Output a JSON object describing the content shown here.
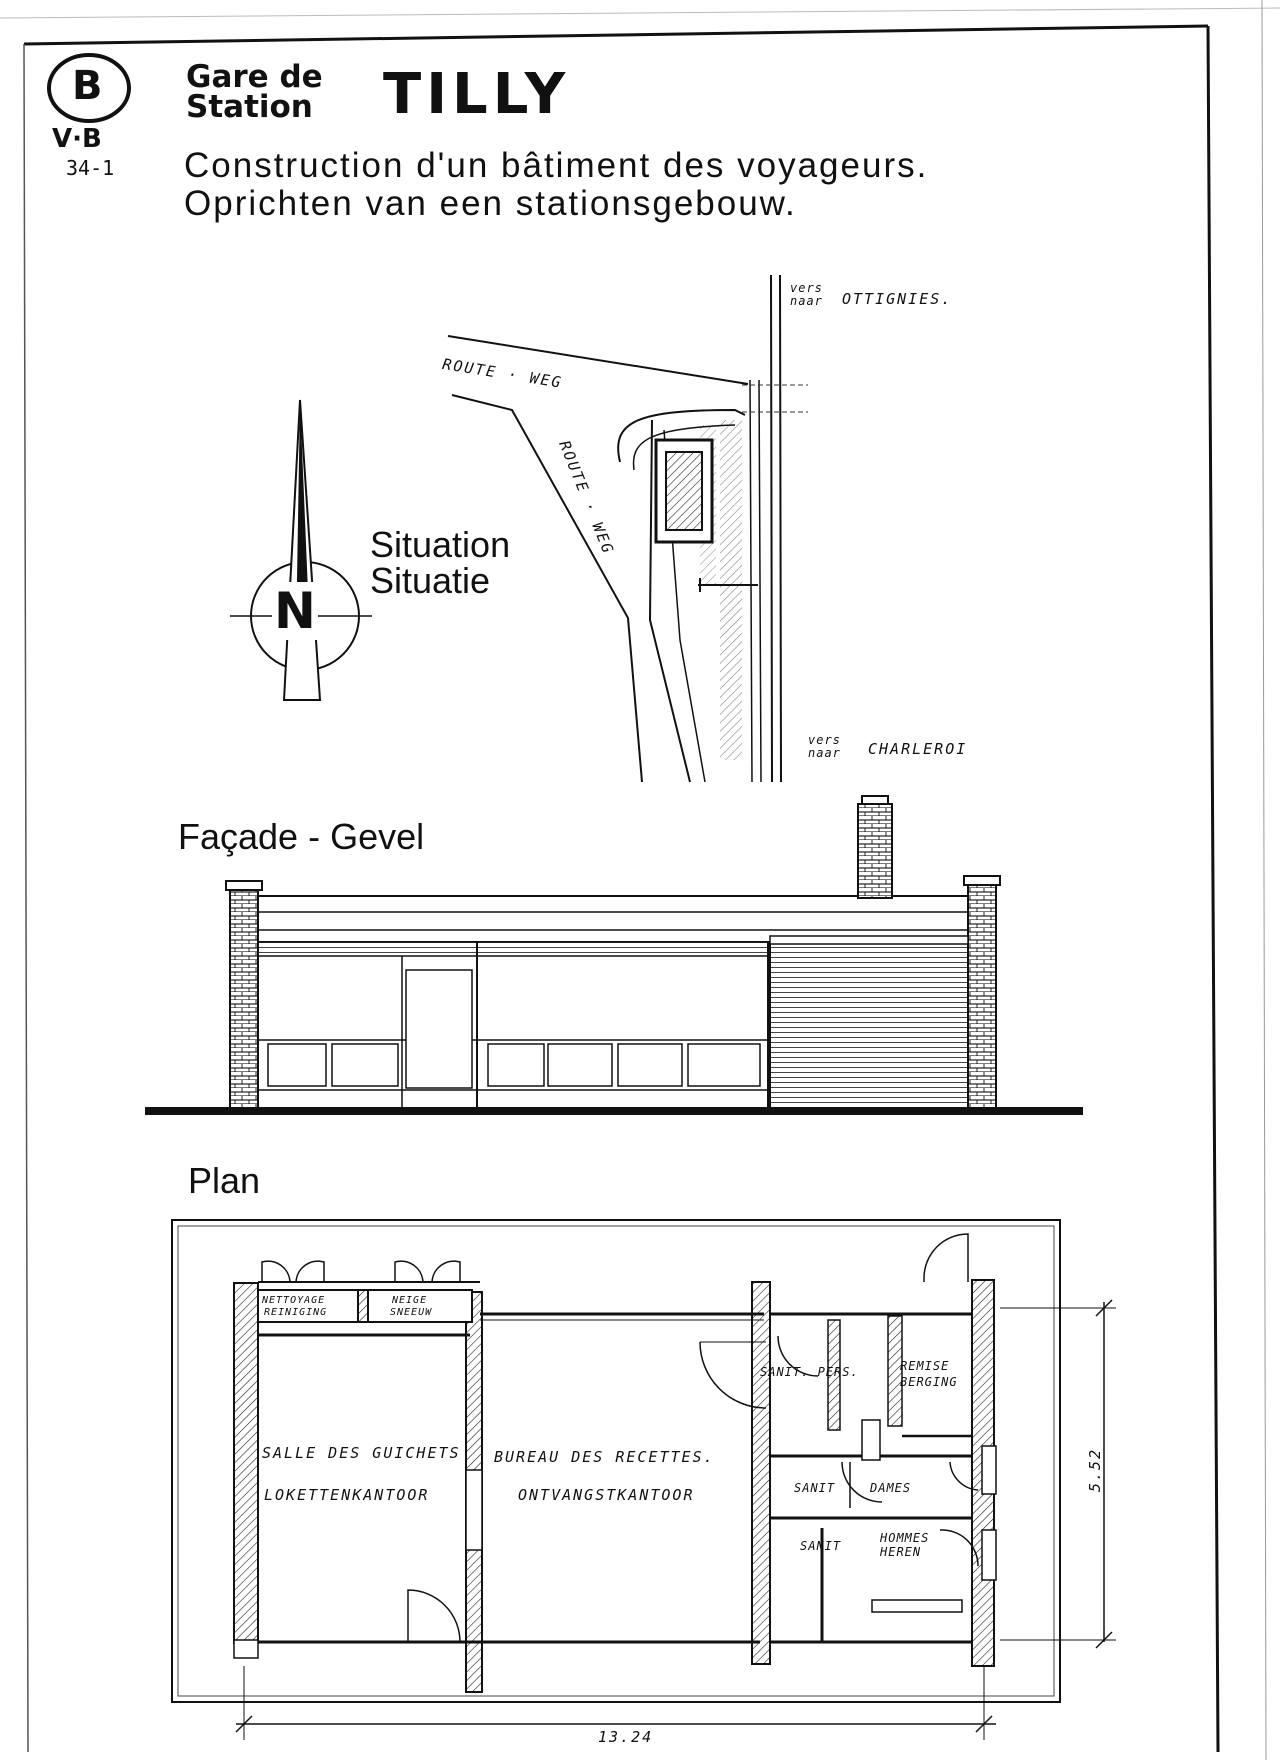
{
  "logo": {
    "letter": "B",
    "code_top": "V·B",
    "code_bottom": "34-1"
  },
  "header": {
    "line_fr": "Gare de",
    "line_nl": "Station",
    "station_name": "TILLY",
    "subtitle_fr": "Construction d'un bâtiment des voyageurs.",
    "subtitle_nl": "Oprichten van een stationsgebouw."
  },
  "situation": {
    "title_fr": "Situation",
    "title_nl": "Situatie",
    "north_letter": "N",
    "road_label_1": "ROUTE · WEG",
    "road_label_2": "ROUTE · WEG",
    "direction_top": {
      "prefix_fr": "vers",
      "prefix_nl": "naar",
      "destination": "OTTIGNIES."
    },
    "direction_bottom": {
      "prefix_fr": "vers",
      "prefix_nl": "naar",
      "destination": "CHARLEROI"
    }
  },
  "facade": {
    "title": "Façade - Gevel"
  },
  "plan": {
    "title": "Plan",
    "rooms": {
      "cleaning_fr": "NETTOYAGE",
      "cleaning_nl": "REINIGING",
      "snow_fr": "NEIGE",
      "snow_nl": "SNEEUW",
      "ticket_hall_fr": "SALLE DES GUICHETS",
      "ticket_hall_nl": "LOKETTENKANTOOR",
      "receipts_fr": "BUREAU DES RECETTES.",
      "receipts_nl": "ONTVANGSTKANTOOR",
      "staff_sanitary": "SANIT. PERS.",
      "storage_fr": "REMISE",
      "storage_nl": "BERGING",
      "sanitary_ladies_prefix": "SANIT",
      "sanitary_ladies": "DAMES",
      "sanitary_men_prefix": "SANIT",
      "sanitary_men_fr": "HOMMES",
      "sanitary_men_nl": "HEREN"
    },
    "dimensions": {
      "width": "13.24",
      "depth": "5.52"
    }
  }
}
